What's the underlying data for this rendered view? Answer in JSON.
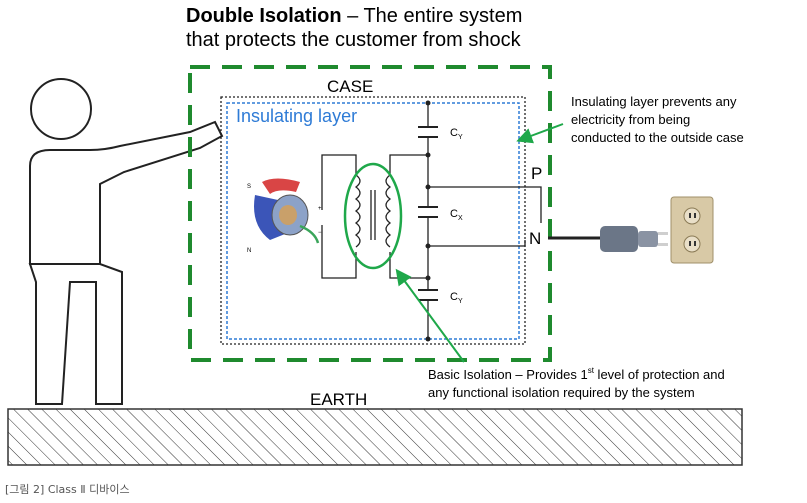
{
  "title": {
    "bold": "Double Isolation",
    "rest": " – The entire system",
    "line2": "that protects the customer from shock"
  },
  "labels": {
    "case": "CASE",
    "insulating_layer": "Insulating layer",
    "cap_top": "C",
    "cap_top_sub": "Y",
    "cap_mid": "C",
    "cap_mid_sub": "X",
    "cap_bot": "C",
    "cap_bot_sub": "Y",
    "p": "P",
    "n": "N",
    "earth": "EARTH"
  },
  "callouts": {
    "insulating_1": "Insulating layer prevents any",
    "insulating_2": "electricity from being",
    "insulating_3": "conducted to the outside case",
    "basic_1a": "Basic Isolation – Provides 1",
    "basic_1sup": "st",
    "basic_1b": " level of protection and",
    "basic_2": "any functional isolation required by the system"
  },
  "caption": "[그림 2] Class Ⅱ 디바이스",
  "colors": {
    "case_dash": "#1f8a2e",
    "insulating_dash": "#2e7bd6",
    "insulating_text": "#2e7bd6",
    "callout_ellipse": "#1fa84a",
    "arrow": "#1fa84a"
  }
}
